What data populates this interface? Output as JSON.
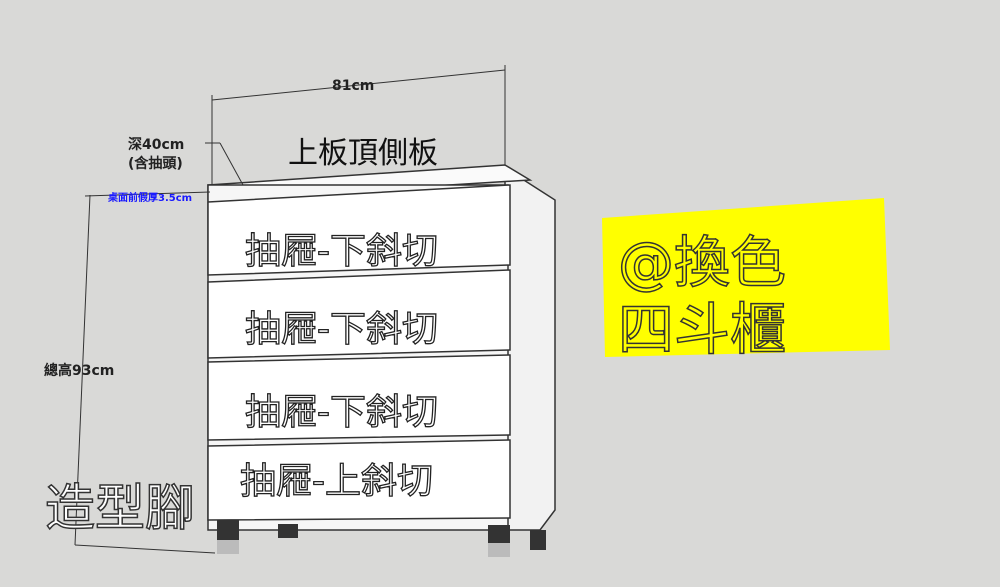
{
  "dimensions": {
    "width": "81cm",
    "depth": "深40cm",
    "depth_note": "(含抽頭)",
    "front_thickness": "桌面前假厚3.5cm",
    "height": "總高93cm"
  },
  "top_label": "上板頂側板",
  "drawers": [
    "抽屜-下斜切",
    "抽屜-下斜切",
    "抽屜-下斜切",
    "抽屜-上斜切"
  ],
  "legs_label": "造型腳",
  "note": {
    "line1": "@換色",
    "line2": "四斗櫃",
    "background": "#ffff00"
  },
  "colors": {
    "background": "#d9d9d7",
    "dimension_blue": "#1a1aff"
  }
}
